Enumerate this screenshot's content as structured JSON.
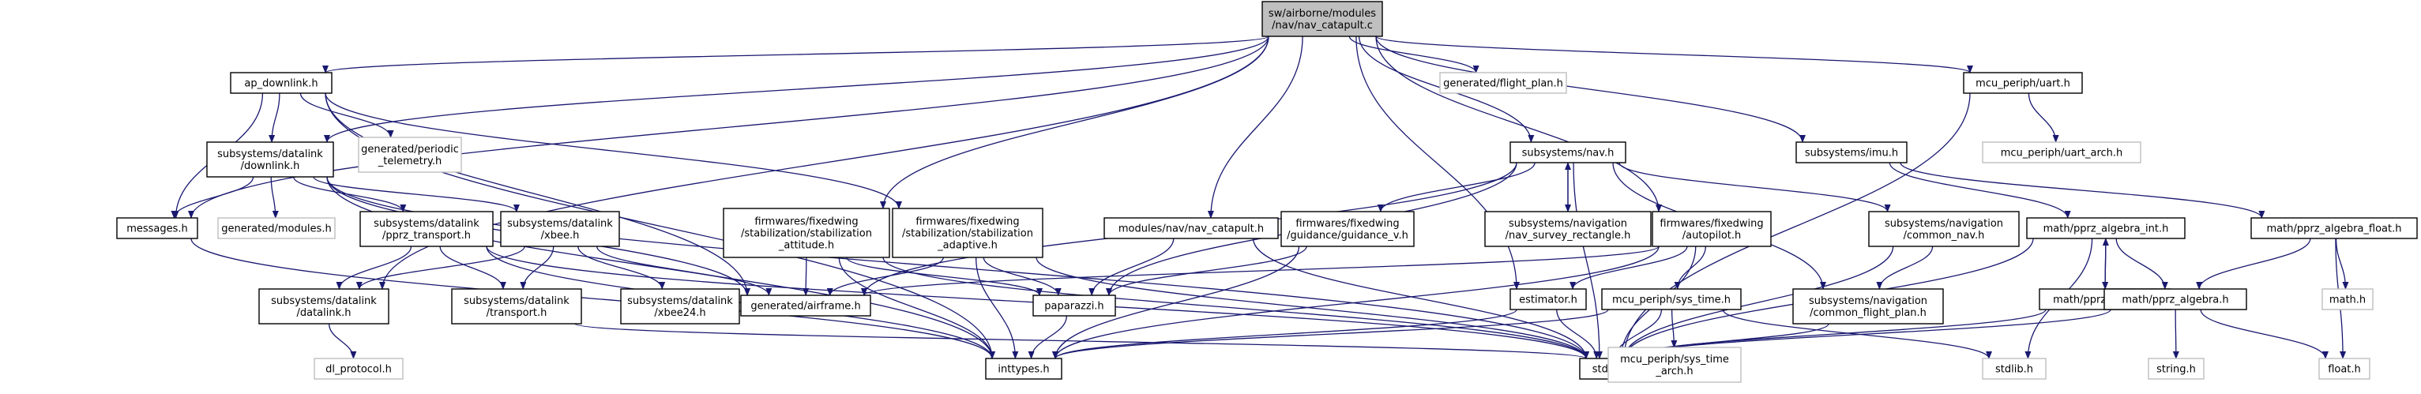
{
  "graph": {
    "colors": {
      "edge": "#191970",
      "root_fill": "#bfbfbf",
      "node_border": "#000000",
      "missing_border": "#bfbfbf",
      "background": "#ffffff"
    },
    "nodes": {
      "root": {
        "lines": [
          "sw/airborne/modules",
          "/nav/nav_catapult.c"
        ],
        "kind": "root"
      },
      "ap_downlink": {
        "lines": [
          "ap_downlink.h"
        ],
        "kind": "solid"
      },
      "flight_plan": {
        "lines": [
          "generated/flight_plan.h"
        ],
        "kind": "missing"
      },
      "uart": {
        "lines": [
          "mcu_periph/uart.h"
        ],
        "kind": "solid"
      },
      "dl_downlink": {
        "lines": [
          "subsystems/datalink",
          "/downlink.h"
        ],
        "kind": "solid"
      },
      "periodic_tel": {
        "lines": [
          "generated/periodic",
          "_telemetry.h"
        ],
        "kind": "missing"
      },
      "nav": {
        "lines": [
          "subsystems/nav.h"
        ],
        "kind": "solid"
      },
      "imu": {
        "lines": [
          "subsystems/imu.h"
        ],
        "kind": "solid"
      },
      "uart_arch": {
        "lines": [
          "mcu_periph/uart_arch.h"
        ],
        "kind": "missing"
      },
      "messages": {
        "lines": [
          "messages.h"
        ],
        "kind": "solid"
      },
      "modules": {
        "lines": [
          "generated/modules.h"
        ],
        "kind": "missing"
      },
      "pprz_transport": {
        "lines": [
          "subsystems/datalink",
          "/pprz_transport.h"
        ],
        "kind": "solid"
      },
      "xbee": {
        "lines": [
          "subsystems/datalink",
          "/xbee.h"
        ],
        "kind": "solid"
      },
      "stab_att": {
        "lines": [
          "firmwares/fixedwing",
          "/stabilization/stabilization",
          "_attitude.h"
        ],
        "kind": "solid"
      },
      "stab_adapt": {
        "lines": [
          "firmwares/fixedwing",
          "/stabilization/stabilization",
          "_adaptive.h"
        ],
        "kind": "solid"
      },
      "nav_catapult_h": {
        "lines": [
          "modules/nav/nav_catapult.h"
        ],
        "kind": "solid"
      },
      "guidance_v": {
        "lines": [
          "firmwares/fixedwing",
          "/guidance/guidance_v.h"
        ],
        "kind": "solid"
      },
      "nav_survey": {
        "lines": [
          "subsystems/navigation",
          "/nav_survey_rectangle.h"
        ],
        "kind": "solid"
      },
      "autopilot": {
        "lines": [
          "firmwares/fixedwing",
          "/autopilot.h"
        ],
        "kind": "solid"
      },
      "common_nav": {
        "lines": [
          "subsystems/navigation",
          "/common_nav.h"
        ],
        "kind": "solid"
      },
      "pprz_algebra_int": {
        "lines": [
          "math/pprz_algebra_int.h"
        ],
        "kind": "solid"
      },
      "pprz_algebra_float": {
        "lines": [
          "math/pprz_algebra_float.h"
        ],
        "kind": "solid"
      },
      "dl_datalink": {
        "lines": [
          "subsystems/datalink",
          "/datalink.h"
        ],
        "kind": "solid"
      },
      "dl_transport": {
        "lines": [
          "subsystems/datalink",
          "/transport.h"
        ],
        "kind": "solid"
      },
      "xbee24": {
        "lines": [
          "subsystems/datalink",
          "/xbee24.h"
        ],
        "kind": "solid"
      },
      "airframe": {
        "lines": [
          "generated/airframe.h"
        ],
        "kind": "solid"
      },
      "paparazzi": {
        "lines": [
          "paparazzi.h"
        ],
        "kind": "solid"
      },
      "estimator": {
        "lines": [
          "estimator.h"
        ],
        "kind": "solid"
      },
      "sys_time": {
        "lines": [
          "mcu_periph/sys_time.h"
        ],
        "kind": "solid"
      },
      "common_flight_plan": {
        "lines": [
          "subsystems/navigation",
          "/common_flight_plan.h"
        ],
        "kind": "solid"
      },
      "pprz_trig_int": {
        "lines": [
          "math/pprz_trig_int.h"
        ],
        "kind": "solid"
      },
      "pprz_algebra": {
        "lines": [
          "math/pprz_algebra.h"
        ],
        "kind": "solid"
      },
      "math_h": {
        "lines": [
          "math.h"
        ],
        "kind": "missing"
      },
      "dl_protocol": {
        "lines": [
          "dl_protocol.h"
        ],
        "kind": "missing"
      },
      "inttypes": {
        "lines": [
          "inttypes.h"
        ],
        "kind": "solid"
      },
      "std": {
        "lines": [
          "std.h"
        ],
        "kind": "solid"
      },
      "sys_time_arch": {
        "lines": [
          "mcu_periph/sys_time",
          "_arch.h"
        ],
        "kind": "missing"
      },
      "stdlib": {
        "lines": [
          "stdlib.h"
        ],
        "kind": "missing"
      },
      "string_h": {
        "lines": [
          "string.h"
        ],
        "kind": "missing"
      },
      "float_h": {
        "lines": [
          "float.h"
        ],
        "kind": "missing"
      }
    },
    "edges": [
      [
        "root",
        "ap_downlink"
      ],
      [
        "root",
        "flight_plan"
      ],
      [
        "root",
        "uart"
      ],
      [
        "root",
        "nav"
      ],
      [
        "root",
        "imu"
      ],
      [
        "root",
        "messages"
      ],
      [
        "root",
        "stab_att"
      ],
      [
        "root",
        "nav_catapult_h"
      ],
      [
        "root",
        "autopilot"
      ],
      [
        "root",
        "estimator"
      ],
      [
        "root",
        "dl_datalink"
      ],
      [
        "root",
        "dl_downlink"
      ],
      [
        "ap_downlink",
        "dl_downlink"
      ],
      [
        "ap_downlink",
        "periodic_tel"
      ],
      [
        "ap_downlink",
        "messages"
      ],
      [
        "ap_downlink",
        "stab_adapt"
      ],
      [
        "ap_downlink",
        "inttypes"
      ],
      [
        "ap_downlink",
        "airframe"
      ],
      [
        "dl_downlink",
        "messages"
      ],
      [
        "dl_downlink",
        "modules"
      ],
      [
        "dl_downlink",
        "pprz_transport"
      ],
      [
        "dl_downlink",
        "xbee"
      ],
      [
        "dl_downlink",
        "airframe"
      ],
      [
        "dl_downlink",
        "inttypes"
      ],
      [
        "pprz_transport",
        "dl_datalink"
      ],
      [
        "pprz_transport",
        "dl_transport"
      ],
      [
        "pprz_transport",
        "inttypes"
      ],
      [
        "pprz_transport",
        "std"
      ],
      [
        "xbee",
        "dl_datalink"
      ],
      [
        "xbee",
        "dl_transport"
      ],
      [
        "xbee",
        "xbee24"
      ],
      [
        "xbee",
        "airframe"
      ],
      [
        "dl_datalink",
        "dl_protocol"
      ],
      [
        "dl_transport",
        "std"
      ],
      [
        "stab_att",
        "airframe"
      ],
      [
        "stab_att",
        "paparazzi"
      ],
      [
        "stab_att",
        "inttypes"
      ],
      [
        "stab_att",
        "std"
      ],
      [
        "stab_adapt",
        "airframe"
      ],
      [
        "stab_adapt",
        "paparazzi"
      ],
      [
        "stab_adapt",
        "inttypes"
      ],
      [
        "stab_adapt",
        "std"
      ],
      [
        "nav",
        "paparazzi"
      ],
      [
        "nav",
        "guidance_v"
      ],
      [
        "nav",
        "nav_survey"
      ],
      [
        "nav",
        "common_nav"
      ],
      [
        "nav",
        "std"
      ],
      [
        "nav",
        "common_flight_plan"
      ],
      [
        "nav",
        "airframe"
      ],
      [
        "nav_survey",
        "nav"
      ],
      [
        "nav_catapult_h",
        "paparazzi"
      ],
      [
        "nav_catapult_h",
        "std"
      ],
      [
        "guidance_v",
        "paparazzi"
      ],
      [
        "guidance_v",
        "inttypes"
      ],
      [
        "autopilot",
        "airframe"
      ],
      [
        "autopilot",
        "estimator"
      ],
      [
        "autopilot",
        "sys_time"
      ],
      [
        "autopilot",
        "std"
      ],
      [
        "autopilot",
        "inttypes"
      ],
      [
        "common_nav",
        "common_flight_plan"
      ],
      [
        "common_nav",
        "std"
      ],
      [
        "imu",
        "pprz_algebra_int"
      ],
      [
        "imu",
        "pprz_algebra_float"
      ],
      [
        "pprz_algebra_int",
        "pprz_trig_int"
      ],
      [
        "pprz_algebra_int",
        "pprz_algebra"
      ],
      [
        "pprz_algebra_int",
        "std"
      ],
      [
        "pprz_algebra_int",
        "stdlib"
      ],
      [
        "pprz_trig_int",
        "pprz_algebra_int"
      ],
      [
        "pprz_trig_int",
        "std"
      ],
      [
        "pprz_algebra_float",
        "pprz_algebra"
      ],
      [
        "pprz_algebra_float",
        "math_h"
      ],
      [
        "pprz_algebra_float",
        "float_h"
      ],
      [
        "pprz_algebra",
        "std"
      ],
      [
        "pprz_algebra",
        "string_h"
      ],
      [
        "pprz_algebra",
        "float_h"
      ],
      [
        "uart",
        "uart_arch"
      ],
      [
        "uart",
        "std"
      ],
      [
        "paparazzi",
        "inttypes"
      ],
      [
        "estimator",
        "std"
      ],
      [
        "estimator",
        "inttypes"
      ],
      [
        "sys_time",
        "std"
      ],
      [
        "sys_time",
        "sys_time_arch"
      ],
      [
        "sys_time",
        "stdlib"
      ],
      [
        "sys_time",
        "inttypes"
      ],
      [
        "common_flight_plan",
        "std"
      ],
      [
        "messages",
        "inttypes"
      ],
      [
        "dl_downlink",
        "std"
      ]
    ]
  }
}
